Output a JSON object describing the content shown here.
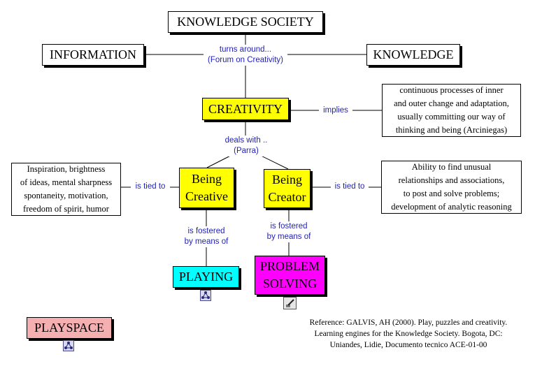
{
  "colors": {
    "concept_border": "#000000",
    "link_text": "#1f1fb4",
    "creativity_fill": "#ffff00",
    "playing_fill": "#00ffff",
    "problem_solving_fill": "#ff00ff",
    "playspace_fill": "#f4b0b0"
  },
  "concepts": {
    "knowledge_society": "KNOWLEDGE SOCIETY",
    "information": "INFORMATION",
    "knowledge": "KNOWLEDGE",
    "creativity": "CREATIVITY",
    "being_creative_1": "Being",
    "being_creative_2": "Creative",
    "being_creator_1": "Being",
    "being_creator_2": "Creator",
    "playing": "PLAYING",
    "problem_solving_1": "PROBLEM",
    "problem_solving_2": "SOLVING",
    "playspace": "PLAYSPACE"
  },
  "links": {
    "turns_around_1": "turns around...",
    "turns_around_2": "(Forum on Creativity)",
    "implies": "implies",
    "deals_with_1": "deals with ..",
    "deals_with_2": "(Parra)",
    "tied_to_left": "is tied to",
    "tied_to_right": "is tied to",
    "fostered_left_1": "is fostered",
    "fostered_left_2": "by means of",
    "fostered_right_1": "is fostered",
    "fostered_right_2": "by means of"
  },
  "descriptions": {
    "creativity_desc": [
      "continuous processes of inner",
      "and outer change and adaptation,",
      "usually committing our way of",
      "thinking and being (Arciniegas)"
    ],
    "creative_desc": [
      "Inspiration, brightness",
      "of ideas, mental sharpness",
      "spontaneity, motivation,",
      "freedom of spirit, humor"
    ],
    "creator_desc": [
      "Ability to find unusual",
      "relationships and associations,",
      "to post and solve problems;",
      "development of analytic reasoning"
    ]
  },
  "reference": [
    "Reference: GALVIS, AH (2000). Play, puzzles and creativity.",
    "Learning engines for the Knowledge Society. Bogota, DC:",
    "Uniandes, Lidie, Documento tecnico ACE-01-00"
  ],
  "icons": {
    "playing_icon": "network-icon",
    "problem_solving_icon": "pen-icon",
    "playspace_icon": "network-icon"
  }
}
